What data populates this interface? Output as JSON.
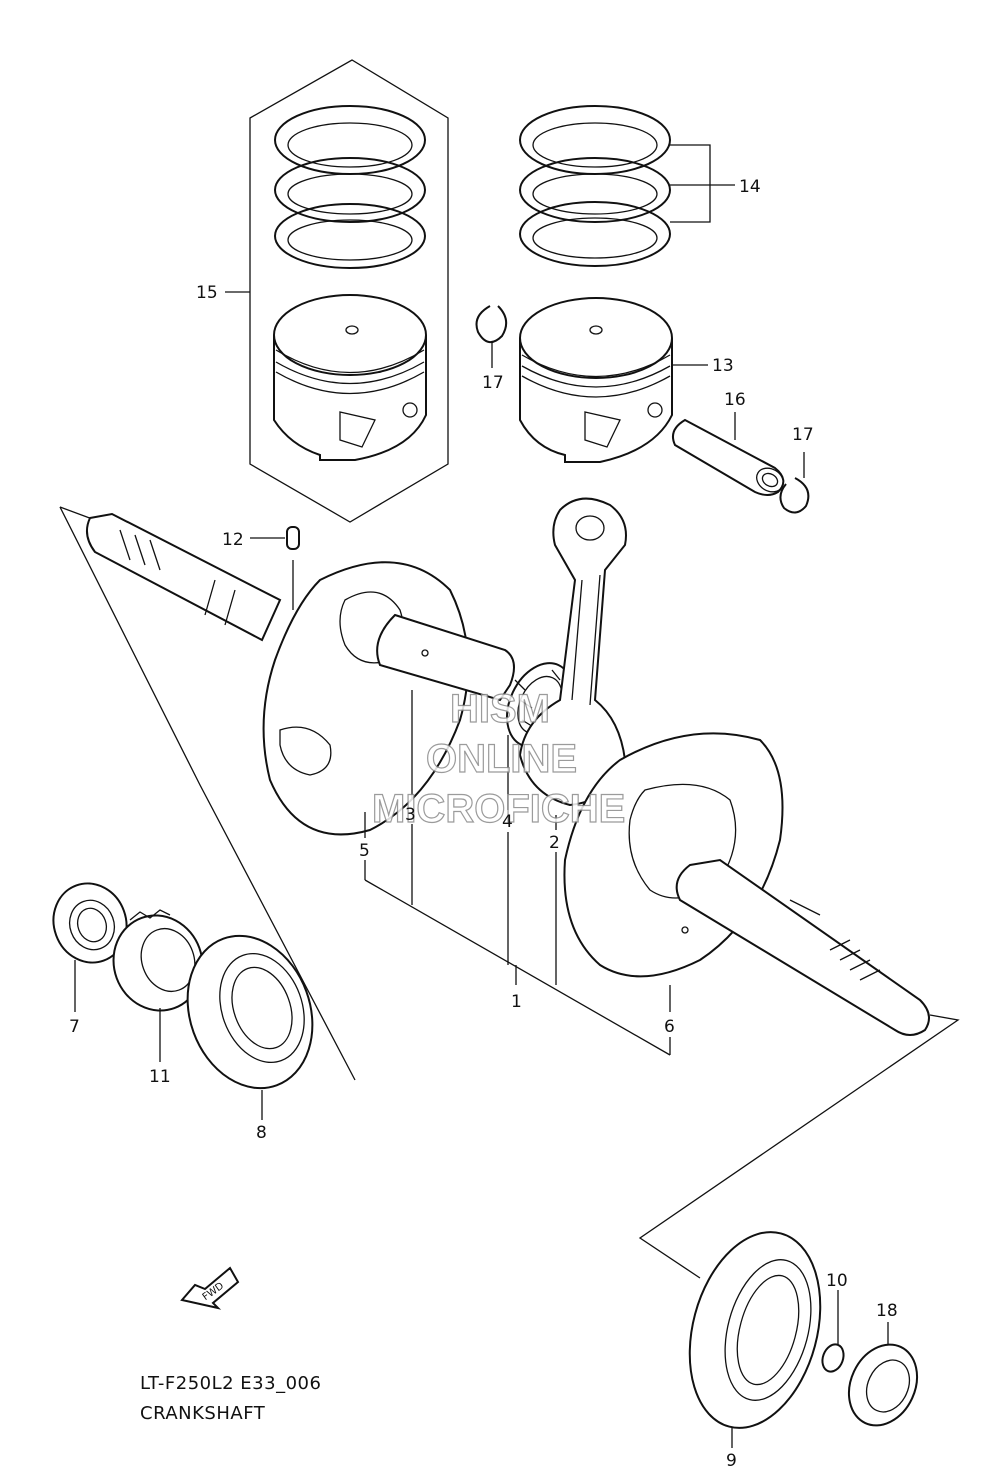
{
  "diagram": {
    "model_code": "LT-F250L2 E33_006",
    "title": "CRANKSHAFT",
    "fwd_label": "FWD",
    "watermark": [
      "HISM",
      "ONLINE",
      "MICROFICHE"
    ],
    "callouts": {
      "c1": "1",
      "c2": "2",
      "c3": "3",
      "c4": "4",
      "c5": "5",
      "c6": "6",
      "c7": "7",
      "c8": "8",
      "c9": "9",
      "c10": "10",
      "c11": "11",
      "c12": "12",
      "c13": "13",
      "c14": "14",
      "c15": "15",
      "c16": "16",
      "c17a": "17",
      "c17b": "17",
      "c18": "18"
    }
  }
}
